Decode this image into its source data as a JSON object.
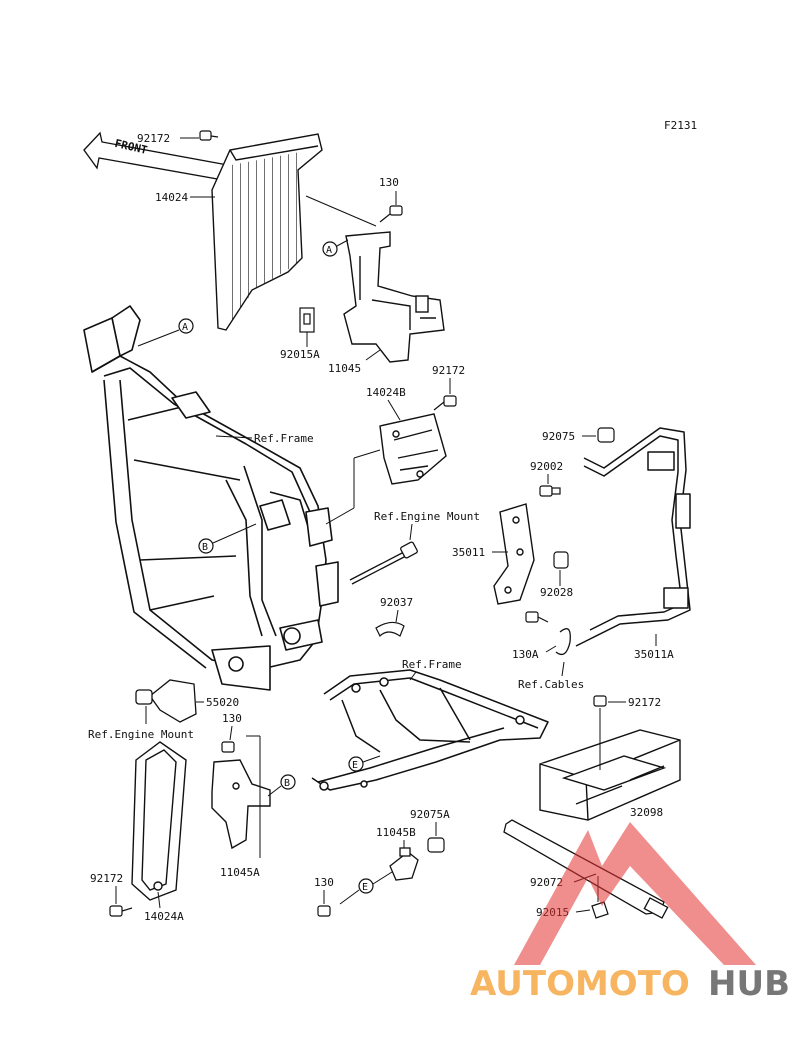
{
  "diagram": {
    "figure_code": "F2131",
    "front_label": "FRONT",
    "parts": {
      "p92172_top": "92172",
      "p14024": "14024",
      "p130_top": "130",
      "p92015A": "92015A",
      "p11045": "11045",
      "p14024B": "14024B",
      "p92172_mid": "92172",
      "p92075": "92075",
      "p92002": "92002",
      "p35011": "35011",
      "p92028": "92028",
      "p92037": "92037",
      "p130A": "130A",
      "p35011A": "35011A",
      "p55020": "55020",
      "p130_mid": "130",
      "p92172_right": "92172",
      "p32098": "32098",
      "p92075A": "92075A",
      "p11045B": "11045B",
      "p130_bot": "130",
      "p92072": "92072",
      "p92015": "92015",
      "p11045A": "11045A",
      "p92172_bl": "92172",
      "p14024A": "14024A"
    },
    "refs": {
      "ref_frame_1": "Ref.Frame",
      "ref_engine_mount_1": "Ref.Engine Mount",
      "ref_frame_2": "Ref.Frame",
      "ref_cables": "Ref.Cables",
      "ref_engine_mount_2": "Ref.Engine Mount"
    },
    "callouts": {
      "a1": "A",
      "a2": "A",
      "b1": "B",
      "b2": "B",
      "e1": "E",
      "e2": "E"
    }
  },
  "watermark": {
    "part1": "AUTOMOTO",
    "part2": "HUB",
    "color1": "#f5a33a",
    "color2": "#555555",
    "triangle_color": "#e2312d"
  }
}
